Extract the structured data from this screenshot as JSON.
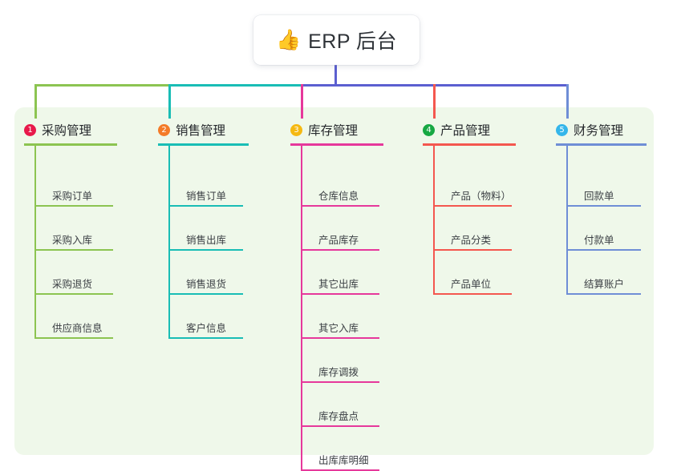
{
  "root": {
    "icon": "thumbs-up-icon",
    "emoji": "👍",
    "title": "ERP 后台"
  },
  "palette": {
    "panel_bg": "#eff8ea",
    "root_stem": "#5b5fd0",
    "bar_right": "#5b5fd0"
  },
  "columns": [
    {
      "number": "1",
      "title": "采购管理",
      "badge_color": "#e8194b",
      "line_color": "#8cc451",
      "items": [
        "采购订单",
        "采购入库",
        "采购退货",
        "供应商信息"
      ]
    },
    {
      "number": "2",
      "title": "销售管理",
      "badge_color": "#f47b28",
      "line_color": "#19bdb5",
      "items": [
        "销售订单",
        "销售出库",
        "销售退货",
        "客户信息"
      ]
    },
    {
      "number": "3",
      "title": "库存管理",
      "badge_color": "#f5b912",
      "line_color": "#e6389b",
      "items": [
        "仓库信息",
        "产品库存",
        "其它出库",
        "其它入库",
        "库存调拨",
        "库存盘点",
        "出库库明细"
      ]
    },
    {
      "number": "4",
      "title": "产品管理",
      "badge_color": "#17a843",
      "line_color": "#f4574f",
      "items": [
        "产品（物料）",
        "产品分类",
        "产品单位"
      ]
    },
    {
      "number": "5",
      "title": "财务管理",
      "badge_color": "#34b6ea",
      "line_color": "#6f8ed6",
      "items": [
        "回款单",
        "付款单",
        "结算账户"
      ]
    }
  ]
}
